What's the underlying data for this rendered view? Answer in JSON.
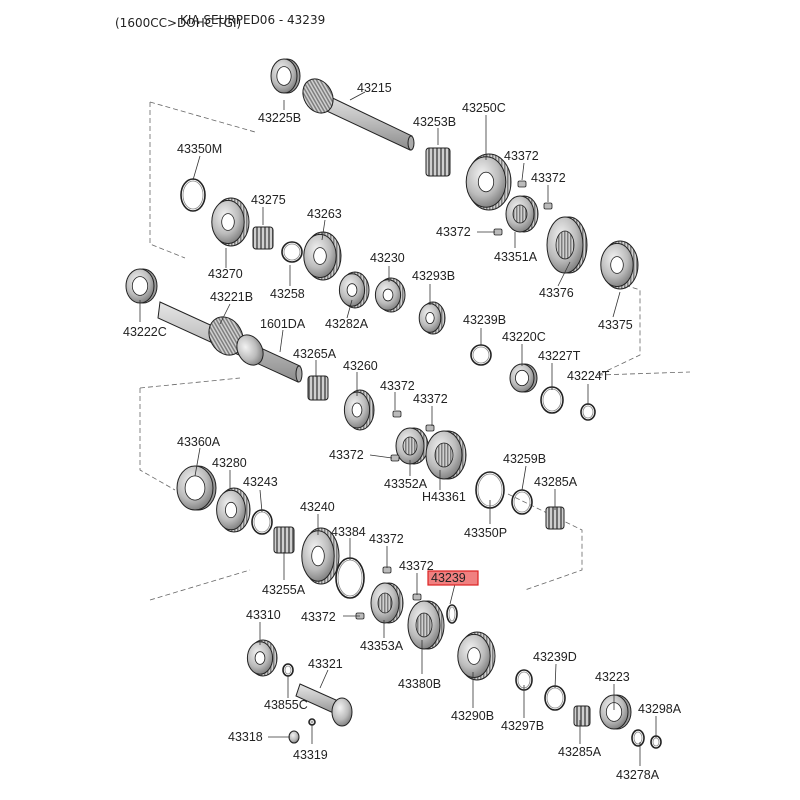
{
  "header": {
    "model": "(1600CC>DOHC-TGI)",
    "catalog": "KIA SEURPED06 - 43239"
  },
  "highlight": {
    "part": "43239",
    "color": "#f08080"
  },
  "labels": {
    "p43225B": "43225B",
    "p43215": "43215",
    "p43253B": "43253B",
    "p43250C": "43250C",
    "p43350M": "43350M",
    "p43372_a": "43372",
    "p43372_b": "43372",
    "p43372_c": "43372",
    "p43275": "43275",
    "p43263": "43263",
    "p43351A": "43351A",
    "p43270": "43270",
    "p43258": "43258",
    "p43230": "43230",
    "p43293B": "43293B",
    "p43376": "43376",
    "p43375": "43375",
    "p43222C": "43222C",
    "p43221B": "43221B",
    "p43282A": "43282A",
    "p1601DA": "1601DA",
    "p43239B": "43239B",
    "p43220C": "43220C",
    "p43227T": "43227T",
    "p43265A": "43265A",
    "p43260": "43260",
    "p43224T": "43224T",
    "p43372_d": "43372",
    "p43372_e": "43372",
    "p43360A": "43360A",
    "p43280": "43280",
    "p43372_f": "43372",
    "p43352A": "43352A",
    "pH43361": "H43361",
    "p43259B": "43259B",
    "p43243": "43243",
    "p43285A_a": "43285A",
    "p43240": "43240",
    "p43350P": "43350P",
    "p43384": "43384",
    "p43372_g": "43372",
    "p43255A": "43255A",
    "p43372_h": "43372",
    "p43239": "43239",
    "p43310": "43310",
    "p43372_i": "43372",
    "p43353A": "43353A",
    "p43239D": "43239D",
    "p43321": "43321",
    "p43223": "43223",
    "p43380B": "43380B",
    "p43855C": "43855C",
    "p43290B": "43290B",
    "p43297B": "43297B",
    "p43298A": "43298A",
    "p43318": "43318",
    "p43319": "43319",
    "p43285A_b": "43285A",
    "p43278A": "43278A"
  }
}
